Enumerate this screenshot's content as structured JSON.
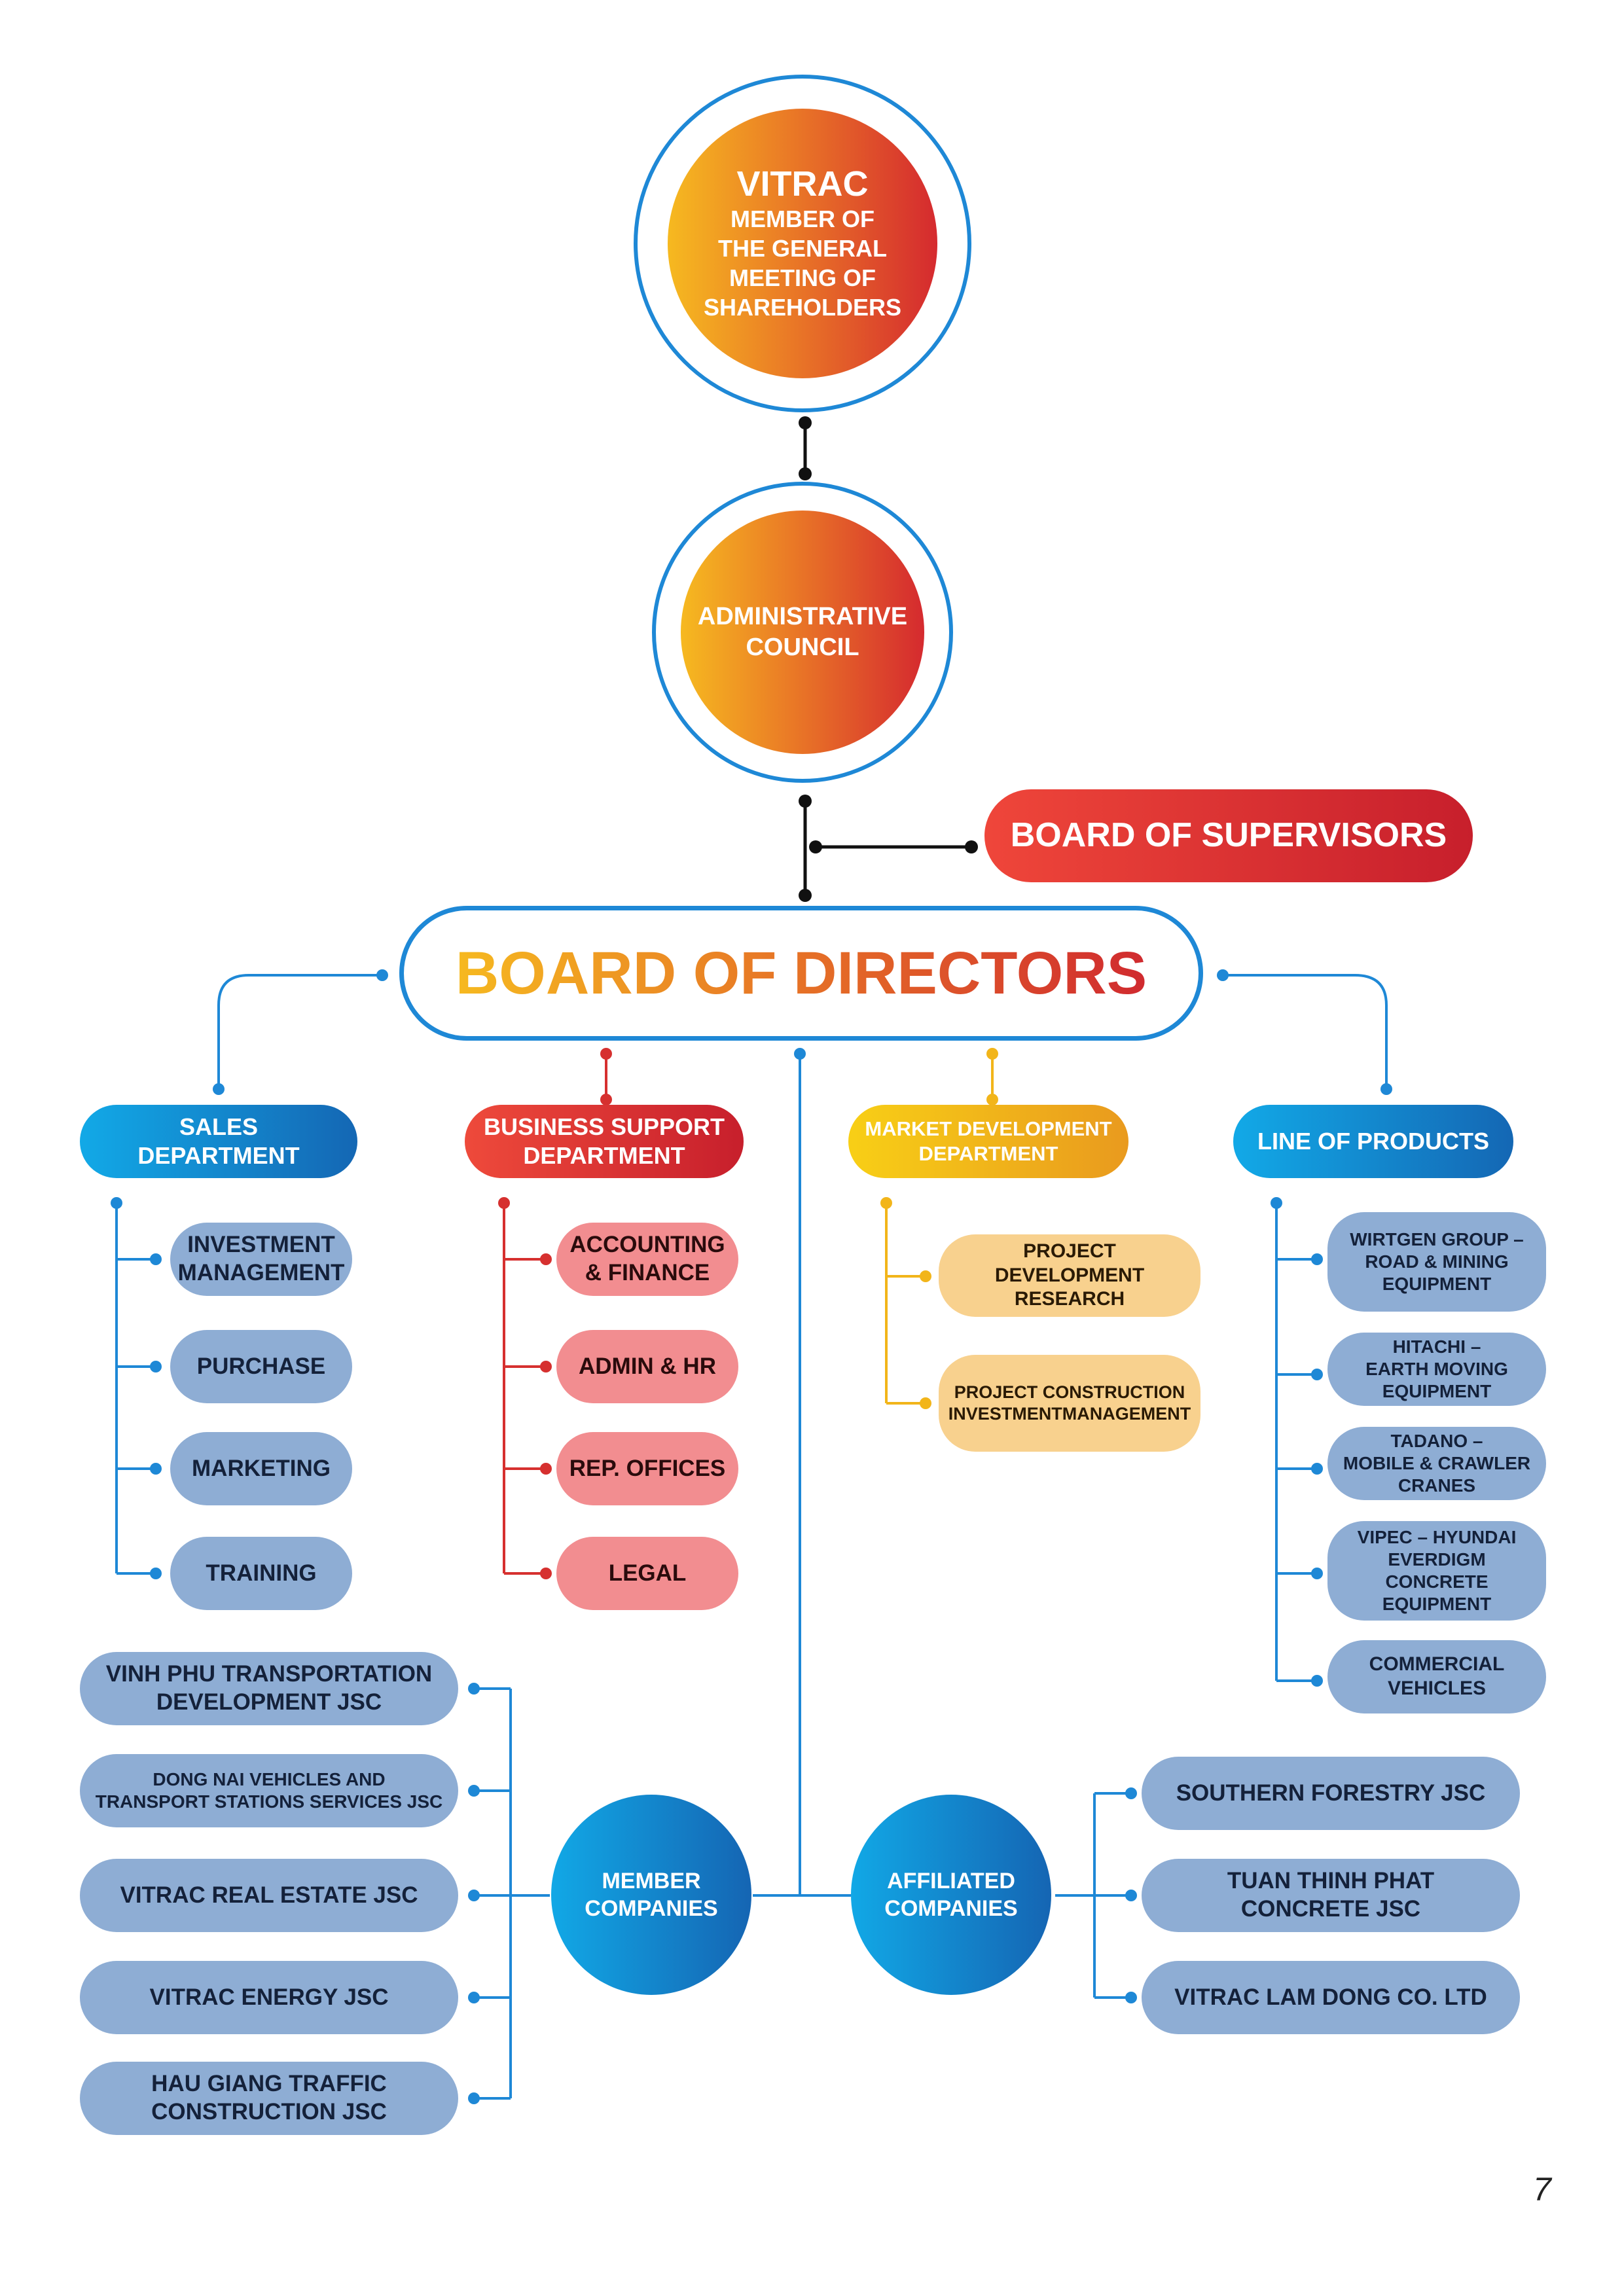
{
  "top": {
    "title": "VITRAC",
    "subtitle": "MEMBER OF\nTHE GENERAL\nMEETING OF\nSHAREHOLDERS"
  },
  "council": {
    "label": "ADMINISTRATIVE\nCOUNCIL"
  },
  "supervisors": {
    "label": "BOARD OF SUPERVISORS"
  },
  "directors": {
    "label": "BOARD OF DIRECTORS"
  },
  "departments": {
    "sales": {
      "label": "SALES\nDEPARTMENT",
      "items": [
        "INVESTMENT\nMANAGEMENT",
        "PURCHASE",
        "MARKETING",
        "TRAINING"
      ]
    },
    "business_support": {
      "label": "BUSINESS SUPPORT\nDEPARTMENT",
      "items": [
        "ACCOUNTING\n& FINANCE",
        "ADMIN & HR",
        "REP. OFFICES",
        "LEGAL"
      ]
    },
    "market_development": {
      "label": "MARKET DEVELOPMENT\nDEPARTMENT",
      "items": [
        "PROJECT DEVELOPMENT\nRESEARCH",
        "PROJECT CONSTRUCTION\nINVESTMENTMANAGEMENT"
      ]
    },
    "line_of_products": {
      "label": "LINE OF PRODUCTS",
      "items": [
        "WIRTGEN GROUP –\nROAD & MINING\nEQUIPMENT",
        "HITACHI –\nEARTH MOVING\nEQUIPMENT",
        "TADANO –\nMOBILE & CRAWLER\nCRANES",
        "VIPEC – HYUNDAI\nEVERDIGM CONCRETE\nEQUIPMENT",
        "COMMERCIAL\nVEHICLES"
      ]
    }
  },
  "member_companies": {
    "label": "MEMBER\nCOMPANIES",
    "items": [
      "VINH PHU TRANSPORTATION\nDEVELOPMENT JSC",
      "DONG NAI VEHICLES AND\nTRANSPORT STATIONS SERVICES JSC",
      "VITRAC REAL ESTATE JSC",
      "VITRAC ENERGY JSC",
      "HAU GIANG TRAFFIC\nCONSTRUCTION JSC"
    ]
  },
  "affiliated_companies": {
    "label": "AFFILIATED\nCOMPANIES",
    "items": [
      "SOUTHERN FORESTRY JSC",
      "TUAN THINH PHAT\nCONCRETE JSC",
      "VITRAC LAM DONG CO. LTD"
    ]
  },
  "page_number": "7",
  "colors": {
    "blue_line": "#1e88d6",
    "red_line": "#d6302f",
    "yellow_line": "#f2b51a",
    "connector": "#111111",
    "gradient_orange": [
      "#f6b920",
      "#d52a2f"
    ],
    "gradient_blue": [
      "#11a8e6",
      "#1565b3"
    ]
  }
}
